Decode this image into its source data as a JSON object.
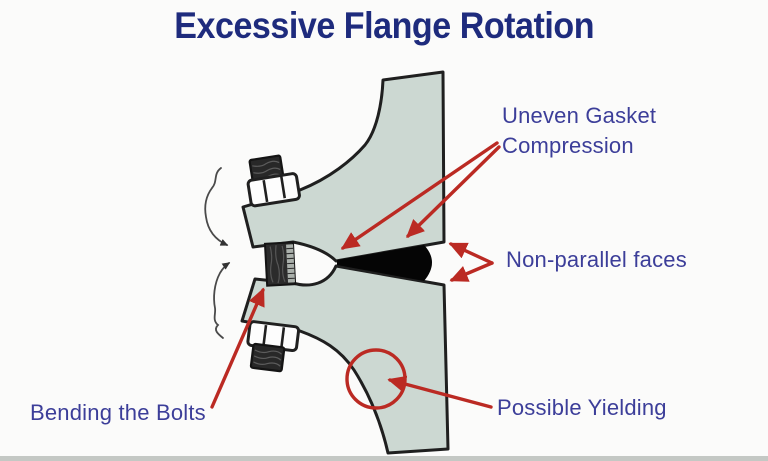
{
  "title": "Excessive Flange Rotation",
  "annotations": {
    "uneven_gasket": "Uneven Gasket\nCompression",
    "non_parallel": "Non-parallel faces",
    "bending_bolts": "Bending the Bolts",
    "possible_yielding": "Possible Yielding"
  },
  "diagram_parts": {
    "upper_flange": "rotated upper flange cross-section",
    "lower_flange": "rotated lower flange cross-section",
    "gasket": "unevenly compressed gasket wedge",
    "bolt": "bolt with nuts bending through flange rings",
    "rotation_marks": "rotation direction squiggle arrows",
    "yield_circle": "highlight circle on flange fillet"
  },
  "colors": {
    "bg": "#fbfbfa",
    "titleColor": "#1e2b7d",
    "labelColor": "#3c3e99",
    "red": "#bb2a23",
    "flange": "#ccd8d2",
    "outline": "#1f1f1f",
    "gasket": "#050505",
    "metalDark": "#2b2b2b",
    "sketch": "#4a4a4a",
    "stripColor": "#c4c8c4"
  }
}
